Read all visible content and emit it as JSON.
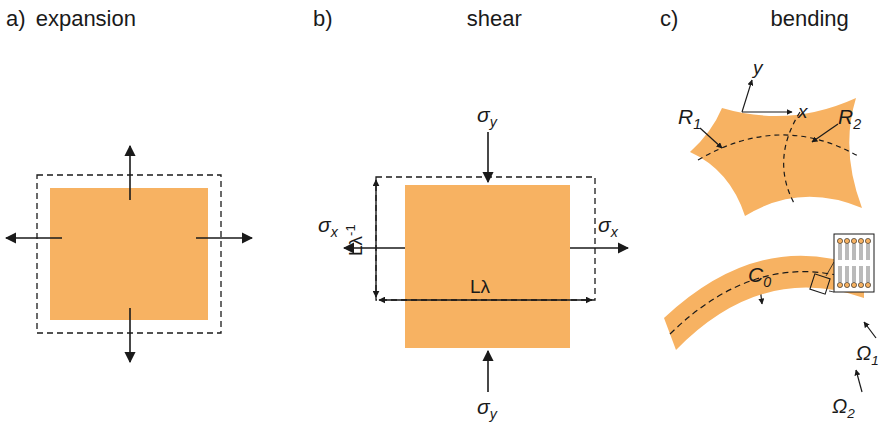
{
  "diagram": {
    "labels": [
      "a) expansion",
      "b) shear",
      "c) bending",
      "σy",
      "σx",
      "Lλ-1",
      "Lλ",
      "σx",
      "σy",
      "y",
      "x",
      "R1",
      "R2",
      "C0",
      "Ω1",
      "Ω2"
    ]
  }
}
